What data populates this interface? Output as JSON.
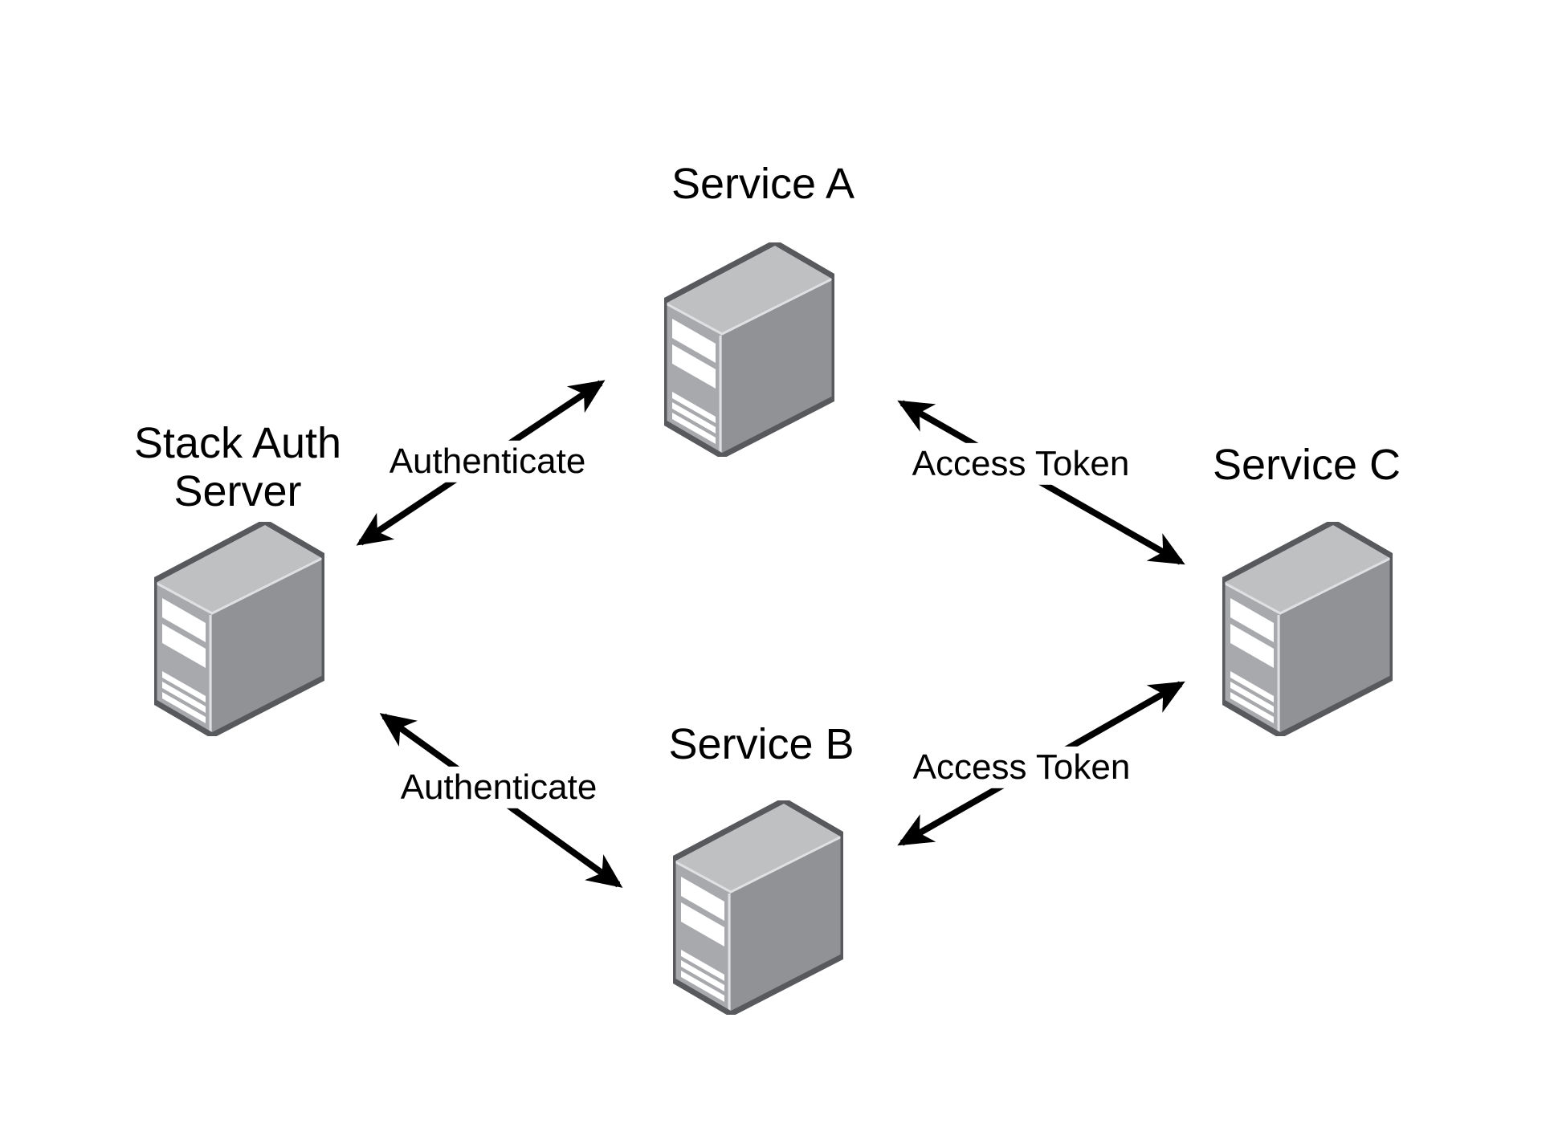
{
  "diagram": {
    "type": "architecture-diagram",
    "colors": {
      "background": "#ffffff",
      "text": "#000000",
      "arrow": "#000000",
      "server_outline": "#58595c",
      "server_top_face": "#bfc0c2",
      "server_left_face": "#a7a9ac",
      "server_right_face": "#909295",
      "server_edge_highlight": "#dfe0e2",
      "server_detail": "#ffffff"
    },
    "nodes": [
      {
        "id": "stack-auth-server",
        "label": "Stack Auth Server",
        "label_lines": [
          "Stack Auth",
          "Server"
        ],
        "icon": "server-icon"
      },
      {
        "id": "service-a",
        "label": "Service A",
        "icon": "server-icon"
      },
      {
        "id": "service-b",
        "label": "Service B",
        "icon": "server-icon"
      },
      {
        "id": "service-c",
        "label": "Service C",
        "icon": "server-icon"
      }
    ],
    "edges": [
      {
        "id": "authenticate-a",
        "from": "stack-auth-server",
        "to": "service-a",
        "label": "Authenticate",
        "direction": "bidirectional"
      },
      {
        "id": "authenticate-b",
        "from": "stack-auth-server",
        "to": "service-b",
        "label": "Authenticate",
        "direction": "bidirectional"
      },
      {
        "id": "access-token-a-c",
        "from": "service-a",
        "to": "service-c",
        "label": "Access Token",
        "direction": "bidirectional"
      },
      {
        "id": "access-token-b-c",
        "from": "service-b",
        "to": "service-c",
        "label": "Access Token",
        "direction": "bidirectional"
      }
    ]
  }
}
